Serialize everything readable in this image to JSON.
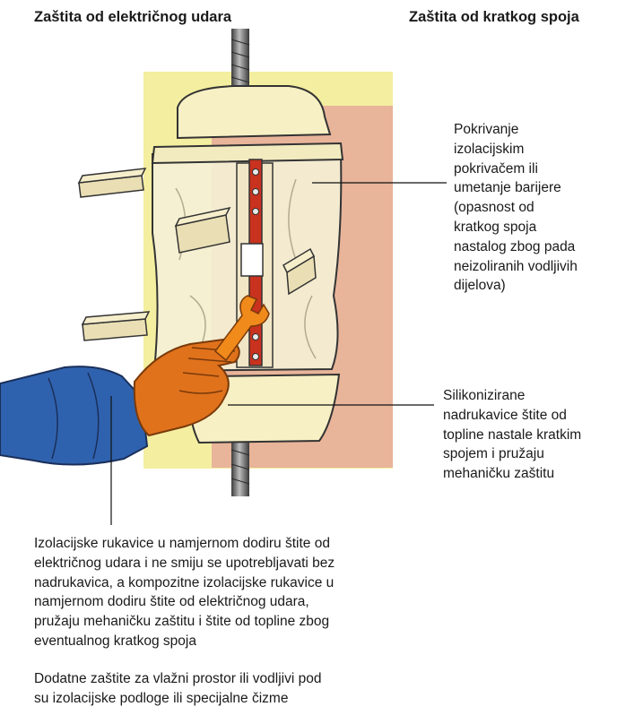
{
  "headings": {
    "left": "Zaštita od električnog udara",
    "right": "Zaštita od kratkog spoja"
  },
  "callouts": {
    "cover": {
      "lines": [
        "Pokrivanje",
        "izolacijskim",
        "pokrivačem ili",
        "umetanje barijere",
        "(opasnost od",
        "kratkog spoja",
        "nastalog zbog pada",
        "neizoliranih vodljivih",
        "dijelova)"
      ]
    },
    "sleeves": {
      "lines": [
        "Silikonizirane",
        "nadrukavice štite od",
        "topline nastale kratkim",
        "spojem i pružaju",
        "mehaničku zaštitu"
      ]
    }
  },
  "notes": {
    "gloves": {
      "lines": [
        "Izolacijske rukavice u namjernom dodiru štite od",
        "električnog udara i ne smiju se upotrebljavati bez",
        "nadrukavica, a kompozitne izolacijske rukavice u",
        "namjernom dodiru štite od električnog udara,",
        "pružaju mehaničku zaštitu i štite od topline zbog",
        "eventualnog kratkog spoja"
      ]
    },
    "footwear": {
      "lines": [
        "Dodatne zaštite za vlažni prostor ili vodljivi pod",
        "su izolacijske podloge ili specijalne čizme"
      ]
    }
  },
  "colors": {
    "yellow_zone": "#f4eea0",
    "peach_zone": "#e8b49a",
    "cover_cream": "#f7f0c4",
    "sleeve_blue": "#2f62ae",
    "glove_orange": "#e0721c",
    "busbar_red": "#c8321e",
    "wrench_orange": "#f08a1a"
  }
}
